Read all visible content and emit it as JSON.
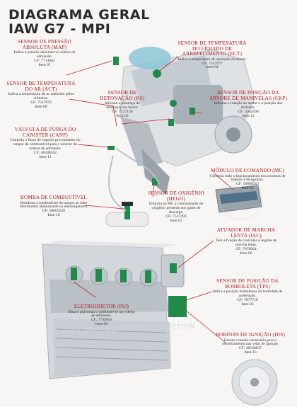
{
  "header": {
    "title_line1": "DIAGRAMA GERAL",
    "title_line2": "IAW G7 - MPI"
  },
  "engine_watermark": "2000 16v · ELECTRONIC INJECTION",
  "components": {
    "map": {
      "name": "SENSOR DE PRESSÃO ABSOLUTA (MAP)",
      "desc": "Indica a pressão absoluta no coletor de admissão.",
      "cf": "CF: 7714662",
      "item": "Item 07"
    },
    "ect": {
      "name": "SENSOR DE TEMPERATURA DO LÍQUIDO DE ARREFECIMENTO (ECT)",
      "desc": "Indica a temperatura de operação do motor.",
      "cf": "CF: 7547977",
      "item": "Item 04"
    },
    "act": {
      "name": "SENSOR DE TEMPERATURA DO AR (ACT)",
      "desc": "Indica a temperatura do ar admitido pelos cilindros.",
      "cf": "CF: 7547976",
      "item": "Item 08"
    },
    "ks": {
      "name": "SENSOR DE DETONAÇÃO (KS)",
      "desc": "Informa a presença de detonação no motor.",
      "cf": "CF: 7527146",
      "item": "Item 02"
    },
    "ckp": {
      "name": "SENSOR DE POSIÇÃO DA ÁRVORE DE MANIVELAS (CKP)",
      "desc": "Informa a rotação do motor e a posição dos êmbolos.",
      "cf": "CF: 5944390",
      "item": "Item 12"
    },
    "canp": {
      "name": "VÁLVULA DE PURGA DO CANISTER (CANP)",
      "desc": "Controla o fluxo de vapores provenientes do tanque de combustível para o interior do coletor de admissão.",
      "cf": "CF: 46448362",
      "item": "Item 11"
    },
    "mc": {
      "name": "MÓDULO DE COMANDO (MC)",
      "desc": "Gerencia todo o funcionamento dos sistemas de injeção e de ignição.",
      "cf": "CF: 50009212",
      "item": "Item 02"
    },
    "hego": {
      "name": "SENSOR DE OXIGÊNIO (HEGO)",
      "desc": "Informa ao MC a concentração de oxigênio presente nos gases de descarga.",
      "cf": "CF: 7527493",
      "item": "Item 03"
    },
    "pump": {
      "name": "BOMBA DE COMBUSTÍVEL",
      "desc": "Bombeia o combustível do tanque ao tubo distribuidor alimentando os eletroinjetores.",
      "cf": "CF: 50005550",
      "item": "Item 10"
    },
    "iac": {
      "name": "ATUADOR DE MARCHA LENTA (IAC)",
      "desc": "Tem a função de controlar o regime de marcha lenta.",
      "cf": "CF: 7079064",
      "item": "Item 06"
    },
    "inj": {
      "name": "ELETROINJETOR (INJ)",
      "desc": "Dosa e pulveriza o combustível no coletor de admissão.",
      "cf": "CF: 7799950",
      "item": "Item 09"
    },
    "tps": {
      "name": "SENSOR DE POSIÇÃO DA BORBOLETA (TPS)",
      "desc": "Indica a posição instantânea da borboleta de aceleração.",
      "cf": "CF: 7077710",
      "item": "Item 05"
    },
    "dis": {
      "name": "BOBINAS DE IGNIÇÃO (DIS)",
      "desc": "Geram a tensão necessária para o centelhamento nas velas de ignição.",
      "cf": "CF: 46548837",
      "item": "Item 13"
    }
  },
  "colors": {
    "heading_red": "#b0161c",
    "sensor_green": "#1f8a4a",
    "leader_line": "#c9202a",
    "title": "#2b2b2b"
  }
}
